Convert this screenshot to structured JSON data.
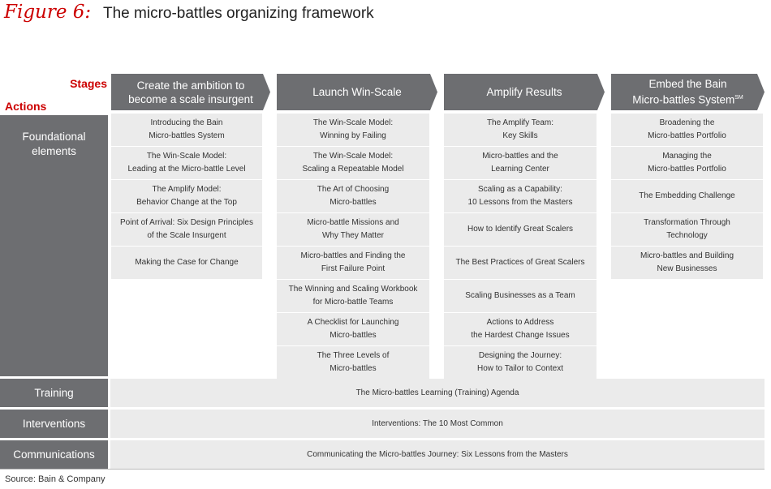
{
  "figure": {
    "label": "Figure 6:",
    "title": "The micro-battles organizing framework",
    "source": "Source: Bain & Company"
  },
  "labels": {
    "stages": "Stages",
    "actions": "Actions"
  },
  "stages": [
    {
      "line1": "Create the ambition to",
      "line2": "become a scale insurgent"
    },
    {
      "line1": "Launch Win-Scale",
      "line2": ""
    },
    {
      "line1": "Amplify Results",
      "line2": ""
    },
    {
      "line1": "Embed the Bain",
      "line2": "Micro-battles System",
      "sup": "SM"
    }
  ],
  "rows": {
    "foundational": "Foundational elements",
    "training": "Training",
    "interventions": "Interventions",
    "communications": "Communications"
  },
  "columns": [
    [
      {
        "l1": "Introducing the Bain",
        "l2": "Micro-battles System"
      },
      {
        "l1": "The Win-Scale Model:",
        "l2": "Leading at the Micro-battle Level"
      },
      {
        "l1": "The Amplify Model:",
        "l2": "Behavior Change at the Top"
      },
      {
        "l1": "Point of Arrival: Six Design Principles",
        "l2": "of the Scale Insurgent"
      },
      {
        "l1": "Making the Case for Change",
        "l2": ""
      }
    ],
    [
      {
        "l1": "The Win-Scale Model:",
        "l2": "Winning by Failing"
      },
      {
        "l1": "The Win-Scale Model:",
        "l2": "Scaling a Repeatable Model"
      },
      {
        "l1": "The Art of Choosing",
        "l2": "Micro-battles"
      },
      {
        "l1": "Micro-battle Missions and",
        "l2": "Why They Matter"
      },
      {
        "l1": "Micro-battles and Finding the",
        "l2": "First Failure Point"
      },
      {
        "l1": "The Winning and Scaling Workbook",
        "l2": "for Micro-battle Teams"
      },
      {
        "l1": "A Checklist for Launching",
        "l2": "Micro-battles"
      },
      {
        "l1": "The Three Levels of",
        "l2": "Micro-battles"
      }
    ],
    [
      {
        "l1": "The Amplify Team:",
        "l2": "Key Skills"
      },
      {
        "l1": "Micro-battles and the",
        "l2": "Learning Center"
      },
      {
        "l1": "Scaling as a Capability:",
        "l2": "10 Lessons from the Masters"
      },
      {
        "l1": "How to Identify Great Scalers",
        "l2": ""
      },
      {
        "l1": "The Best Practices of Great Scalers",
        "l2": ""
      },
      {
        "l1": "Scaling Businesses as a Team",
        "l2": ""
      },
      {
        "l1": "Actions to Address",
        "l2": "the Hardest Change Issues"
      },
      {
        "l1": "Designing the Journey:",
        "l2": "How to Tailor to Context"
      }
    ],
    [
      {
        "l1": "Broadening the",
        "l2": "Micro-battles Portfolio"
      },
      {
        "l1": "Managing the",
        "l2": "Micro-battles Portfolio"
      },
      {
        "l1": "The Embedding Challenge",
        "l2": ""
      },
      {
        "l1": "Transformation Through",
        "l2": "Technology"
      },
      {
        "l1": "Micro-battles and Building",
        "l2": "New Businesses"
      }
    ]
  ],
  "bands": {
    "training": "The Micro-battles Learning (Training) Agenda",
    "interventions": "Interventions: The 10 Most Common",
    "communications": "Communicating the Micro-battles Journey: Six Lessons from the Masters"
  }
}
